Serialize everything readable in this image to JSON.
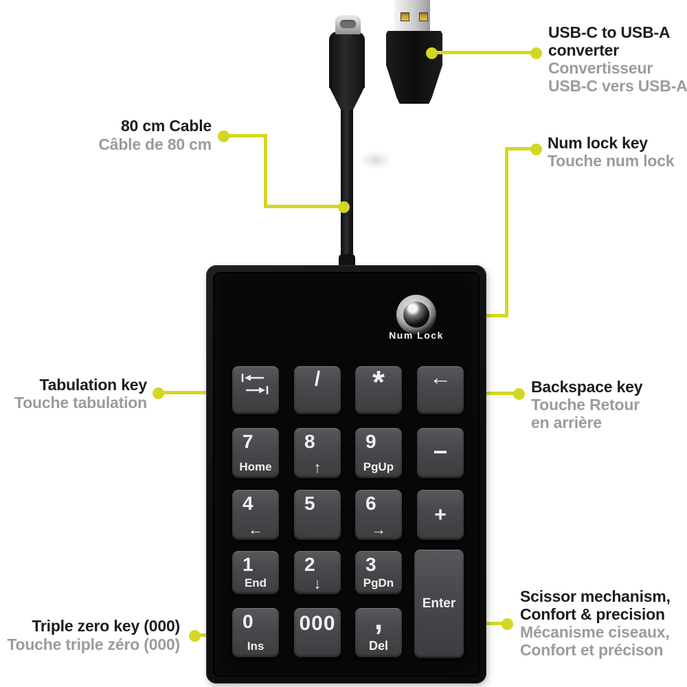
{
  "colors": {
    "accent_leader": "#d3d724",
    "title_text": "#1d1d1b",
    "subtitle_text": "#9b9b9b",
    "background": "#ffffff",
    "key_text": "#f0f0f0"
  },
  "icons": {
    "tab_key": "tab-icon",
    "num_lock_button": "num-lock-led-icon",
    "usb_c_plug": "usb-c-plug-icon",
    "usb_a_plug": "usb-a-plug-icon"
  },
  "callouts": {
    "usb_converter": {
      "title_line1": "USB-C to USB-A",
      "title_line2": "converter",
      "subtitle_line1": "Convertisseur",
      "subtitle_line2": "USB-C vers USB-A"
    },
    "cable": {
      "title": "80 cm Cable",
      "subtitle": "Câble de 80 cm"
    },
    "num_lock": {
      "title": "Num lock key",
      "subtitle": "Touche num lock"
    },
    "tabulation": {
      "title": "Tabulation key",
      "subtitle": "Touche tabulation"
    },
    "backspace": {
      "title": "Backspace key",
      "subtitle_line1": "Touche Retour",
      "subtitle_line2": "en arrière"
    },
    "triple_zero": {
      "title": "Triple zero key (000)",
      "subtitle": "Touche triple zéro (000)"
    },
    "scissor": {
      "title_line1": "Scissor mechanism,",
      "title_line2": "Confort & precision",
      "subtitle_line1": "Mécanisme ciseaux,",
      "subtitle_line2": "Confort et précison"
    }
  },
  "keypad": {
    "num_lock_label": "Num Lock",
    "keys": [
      {
        "name": "tab",
        "primary": "",
        "icon": "tab-icon"
      },
      {
        "name": "divide",
        "primary": "/"
      },
      {
        "name": "multiply",
        "primary": "*"
      },
      {
        "name": "backspace",
        "primary": "←"
      },
      {
        "name": "7",
        "primary": "7",
        "secondary": "Home"
      },
      {
        "name": "8",
        "primary": "8",
        "secondary": "↑"
      },
      {
        "name": "9",
        "primary": "9",
        "secondary": "PgUp"
      },
      {
        "name": "minus",
        "primary": "−"
      },
      {
        "name": "4",
        "primary": "4",
        "secondary": "←"
      },
      {
        "name": "5",
        "primary": "5"
      },
      {
        "name": "6",
        "primary": "6",
        "secondary": "→"
      },
      {
        "name": "plus",
        "primary": "+"
      },
      {
        "name": "1",
        "primary": "1",
        "secondary": "End"
      },
      {
        "name": "2",
        "primary": "2",
        "secondary": "↓"
      },
      {
        "name": "3",
        "primary": "3",
        "secondary": "PgDn"
      },
      {
        "name": "0",
        "primary": "0",
        "secondary": "Ins"
      },
      {
        "name": "000",
        "primary": "000"
      },
      {
        "name": "comma",
        "primary": ",",
        "secondary": "Del"
      },
      {
        "name": "enter",
        "primary": "Enter"
      }
    ]
  }
}
